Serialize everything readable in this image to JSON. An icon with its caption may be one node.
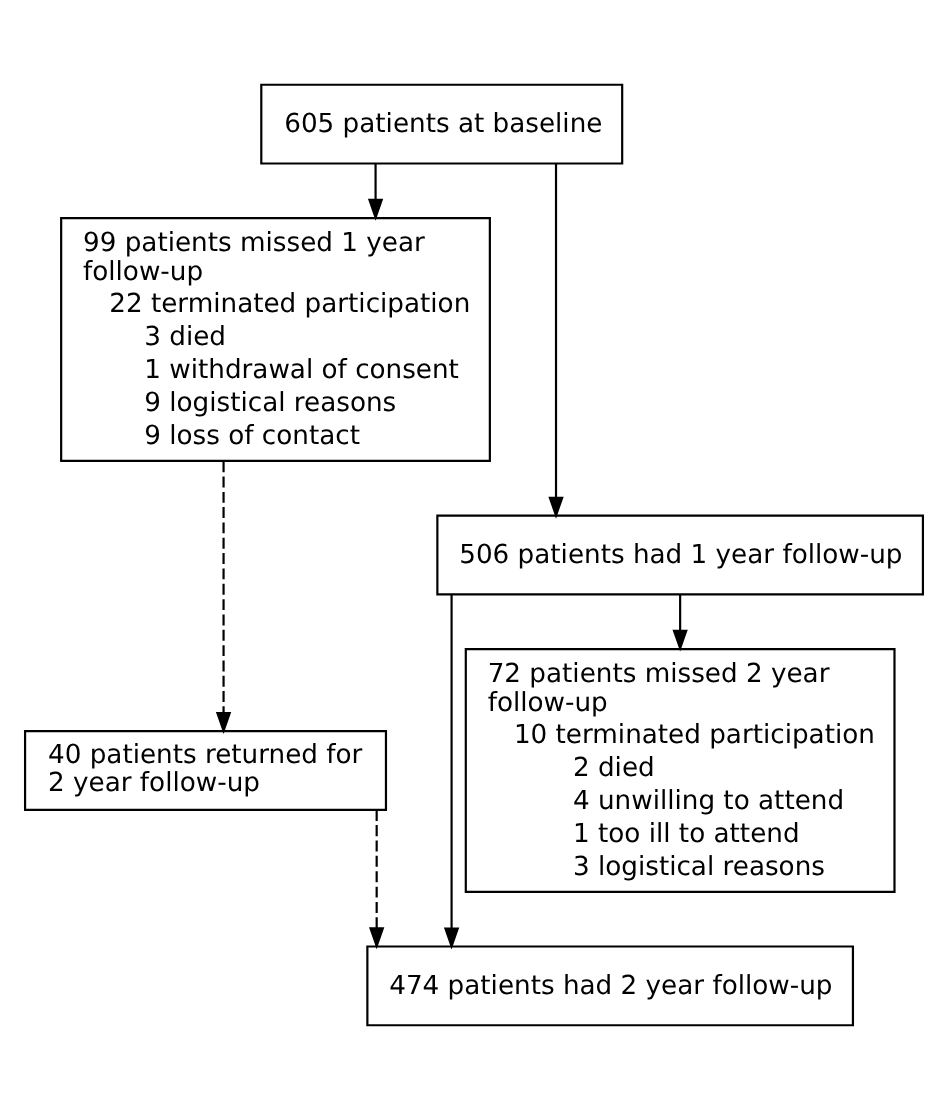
{
  "diagram": {
    "nodes": [
      {
        "text": [
          "605 patients at baseline"
        ]
      },
      {
        "text": [
          "99 patients missed 1 year follow-up",
          "22 terminated participation",
          "3 died",
          "1 withdrawal of consent",
          "9 logistical reasons",
          "9 loss of contact"
        ]
      },
      {
        "text": [
          "506 patients had 1 year follow-up"
        ]
      },
      {
        "text": [
          "72 patients missed 2 year follow-up",
          "10 terminated participation",
          "2 died",
          "4 unwilling to attend",
          "1 too ill to attend",
          "3 logistical reasons"
        ]
      },
      {
        "text": [
          "40 patients returned for 2 year follow-up"
        ]
      },
      {
        "text": [
          "474 patients had 2 year follow-up"
        ]
      }
    ],
    "edges": [
      {
        "from": 0,
        "to": 2,
        "arrow": "to"
      },
      {
        "from": 0,
        "to": 1,
        "arrow": "to"
      },
      {
        "from": 1,
        "to": 4,
        "arrow": "to",
        "style": "dashed"
      },
      {
        "from": 2,
        "to": 5,
        "arrow": "to"
      },
      {
        "from": 2,
        "to": 3,
        "arrow": "to"
      },
      {
        "from": 4,
        "to": 5,
        "arrow": "to",
        "style": "dashed"
      }
    ]
  }
}
